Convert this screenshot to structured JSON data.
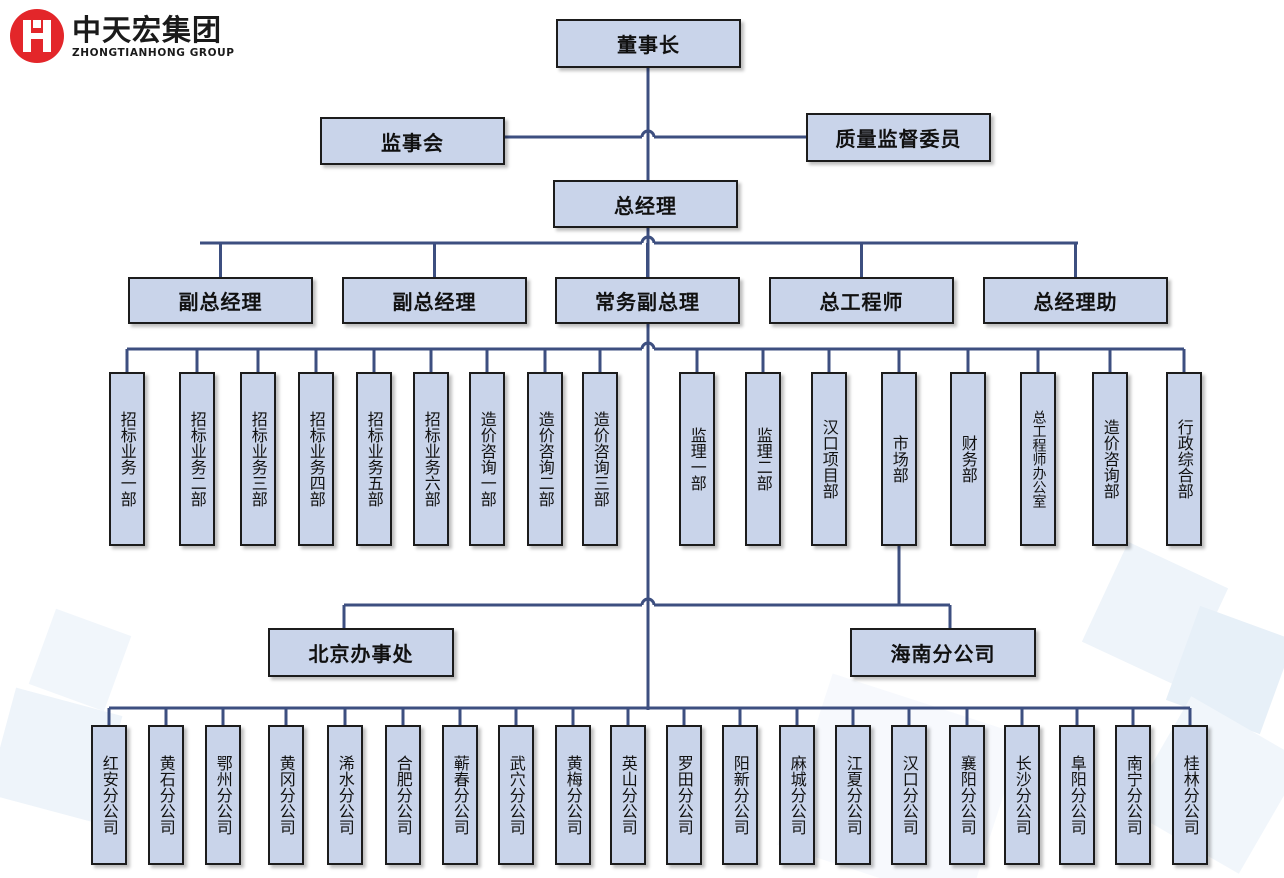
{
  "logo": {
    "name_cn": "中天宏集团",
    "name_en": "ZHONGTIANHONG GROUP",
    "color": "#e3262a"
  },
  "colors": {
    "box_fill": "#c9d4ea",
    "line": "#3d4f80",
    "border": "#1c1c1c"
  },
  "chairman": "董事长",
  "supervisory_board": "监事会",
  "quality_committee": "质量监督委员",
  "general_manager": "总经理",
  "deputies": [
    "副总经理",
    "副总经理",
    "常务副总理",
    "总工程师",
    "总经理助"
  ],
  "departments": [
    "招标业务一部",
    "招标业务二部",
    "招标业务三部",
    "招标业务四部",
    "招标业务五部",
    "招标业务六部",
    "造价咨询一部",
    "造价咨询二部",
    "造价咨询三部",
    "监理一部",
    "监理二部",
    "汉口项目部",
    "市场部",
    "财务部",
    "总工程师办公室",
    "造价咨询部",
    "行政综合部"
  ],
  "offices": [
    "北京办事处",
    "海南分公司"
  ],
  "branches": [
    "红安分公司",
    "黄石分公司",
    "鄂州分公司",
    "黄冈分公司",
    "浠水分公司",
    "合肥分公司",
    "蕲春分公司",
    "武穴分公司",
    "黄梅分公司",
    "英山分公司",
    "罗田分公司",
    "阳新分公司",
    "麻城分公司",
    "江夏分公司",
    "汉口分公司",
    "襄阳分公司",
    "长沙分公司",
    "阜阳分公司",
    "南宁分公司",
    "桂林分公司"
  ]
}
